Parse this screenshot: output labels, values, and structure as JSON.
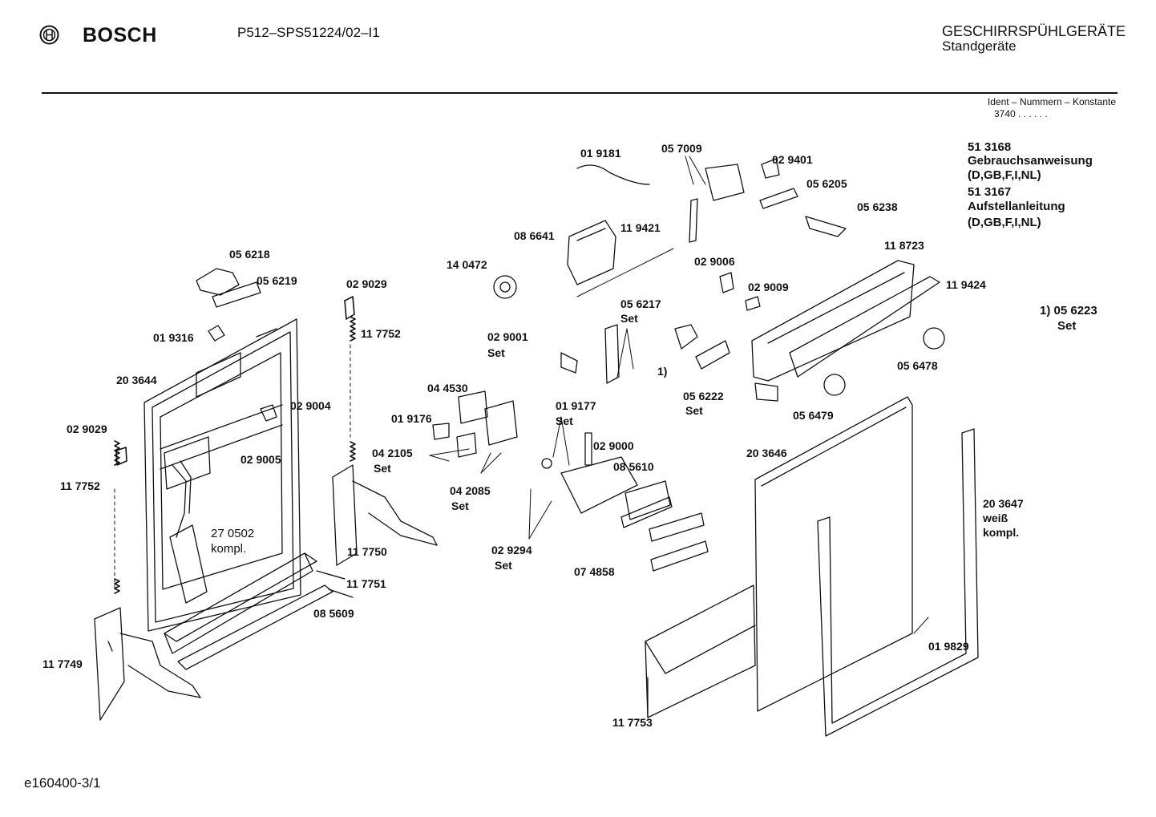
{
  "header": {
    "brand": "BOSCH",
    "model": "P512–SPS51224/02–I1",
    "category": "GESCHIRRSPÜHLGERÄTE",
    "subcategory": "Standgeräte",
    "ident_caption": "Ident – Nummern – Konstante",
    "ident_value": "3740 . . . . . ."
  },
  "info": [
    {
      "code": "51 3168",
      "text": "Gebrauchsanweisung",
      "langs": "(D,GB,F,I,NL)"
    },
    {
      "code": "51 3167",
      "text": "Aufstellanleitung",
      "langs": "(D,GB,F,I,NL)"
    }
  ],
  "parts": [
    {
      "id": "p019181",
      "text": "01 9181"
    },
    {
      "id": "p057009",
      "text": "05 7009"
    },
    {
      "id": "p029401",
      "text": "02 9401"
    },
    {
      "id": "p056205",
      "text": "05 6205"
    },
    {
      "id": "p056238",
      "text": "05 6238"
    },
    {
      "id": "p086641",
      "text": "08 6641"
    },
    {
      "id": "p119421",
      "text": "11 9421"
    },
    {
      "id": "p118723",
      "text": "11 8723"
    },
    {
      "id": "p140472",
      "text": "14 0472"
    },
    {
      "id": "p029006",
      "text": "02 9006"
    },
    {
      "id": "p029009",
      "text": "02 9009"
    },
    {
      "id": "p119424",
      "text": "11 9424"
    },
    {
      "id": "p056218",
      "text": "05 6218"
    },
    {
      "id": "p056219",
      "text": "05 6219"
    },
    {
      "id": "p029029a",
      "text": "02 9029"
    },
    {
      "id": "p117752a",
      "text": "11 7752"
    },
    {
      "id": "p056217",
      "text": "05 6217"
    },
    {
      "id": "p056217set",
      "text": "Set"
    },
    {
      "id": "p019316",
      "text": "01 9316"
    },
    {
      "id": "p029001",
      "text": "02 9001"
    },
    {
      "id": "p029001set",
      "text": "Set"
    },
    {
      "id": "p1a",
      "text": "1)"
    },
    {
      "id": "p056478",
      "text": "05 6478"
    },
    {
      "id": "p203644",
      "text": "20 3644"
    },
    {
      "id": "p044530",
      "text": "04 4530"
    },
    {
      "id": "p029004",
      "text": "02 9004"
    },
    {
      "id": "p056222",
      "text": "05 6222"
    },
    {
      "id": "p056222set",
      "text": "Set"
    },
    {
      "id": "p056479",
      "text": "05 6479"
    },
    {
      "id": "p019177",
      "text": "01 9177"
    },
    {
      "id": "p019177set",
      "text": "Set"
    },
    {
      "id": "p019176",
      "text": "01 9176"
    },
    {
      "id": "p029029b",
      "text": "02 9029"
    },
    {
      "id": "p029000",
      "text": "02 9000"
    },
    {
      "id": "p042105",
      "text": "04 2105"
    },
    {
      "id": "p042105set",
      "text": "Set"
    },
    {
      "id": "p029005",
      "text": "02 9005"
    },
    {
      "id": "p203646",
      "text": "20 3646"
    },
    {
      "id": "p085610",
      "text": "08 5610"
    },
    {
      "id": "p117752b",
      "text": "11 7752"
    },
    {
      "id": "p042085",
      "text": "04 2085"
    },
    {
      "id": "p042085set",
      "text": "Set"
    },
    {
      "id": "p203647",
      "text": "20 3647"
    },
    {
      "id": "p203647w",
      "text": "weiß"
    },
    {
      "id": "p203647k",
      "text": "kompl."
    },
    {
      "id": "p270502",
      "text": "27 0502"
    },
    {
      "id": "p270502k",
      "text": "kompl."
    },
    {
      "id": "p029294",
      "text": "02 9294"
    },
    {
      "id": "p029294set",
      "text": "Set"
    },
    {
      "id": "p117750",
      "text": "11 7750"
    },
    {
      "id": "p074858",
      "text": "07 4858"
    },
    {
      "id": "p117751",
      "text": "11 7751"
    },
    {
      "id": "p085609",
      "text": "08 5609"
    },
    {
      "id": "p019829",
      "text": "01 9829"
    },
    {
      "id": "p117749",
      "text": "11 7749"
    },
    {
      "id": "p117753",
      "text": "11 7753"
    },
    {
      "id": "p1b",
      "text": "1)  05 6223"
    },
    {
      "id": "p1bset",
      "text": "Set"
    }
  ],
  "footer": "e160400-3/1"
}
